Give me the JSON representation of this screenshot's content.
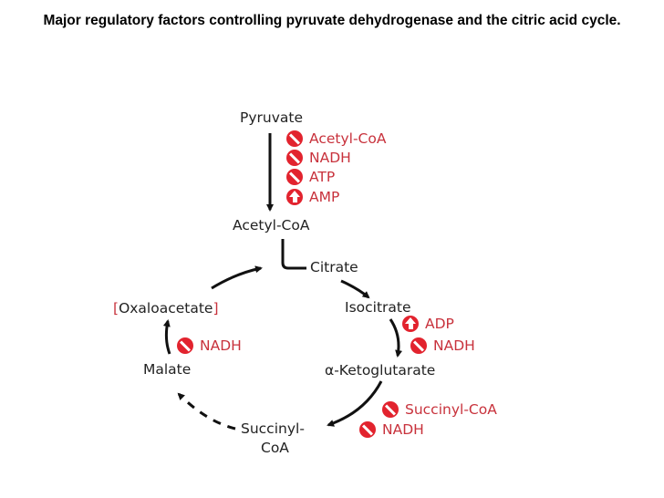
{
  "title": "Major regulatory factors controlling pyruvate dehydrogenase and the citric acid cycle.",
  "metabolites": {
    "pyruvate": "Pyruvate",
    "acetyl_coa": "Acetyl-CoA",
    "citrate": "Citrate",
    "isocitrate": "Isocitrate",
    "alpha_ketoglutarate": "α-Ketoglutarate",
    "succinyl_coa_line1": "Succinyl-",
    "succinyl_coa_line2": "CoA",
    "malate": "Malate",
    "oxaloacetate": "Oxaloacetate",
    "bracket_open": "[",
    "bracket_close": "]"
  },
  "pdh_regulators": [
    {
      "label": "Acetyl-CoA",
      "effect": "inhibit"
    },
    {
      "label": "NADH",
      "effect": "inhibit"
    },
    {
      "label": "ATP",
      "effect": "inhibit"
    },
    {
      "label": "AMP",
      "effect": "activate"
    }
  ],
  "isocitrate_regulators": [
    {
      "label": "ADP",
      "effect": "activate"
    },
    {
      "label": "NADH",
      "effect": "inhibit"
    }
  ],
  "akg_regulators": [
    {
      "label": "Succinyl-CoA",
      "effect": "inhibit"
    },
    {
      "label": "NADH",
      "effect": "inhibit"
    }
  ],
  "malate_regulators": [
    {
      "label": "NADH",
      "effect": "inhibit"
    }
  ],
  "colors": {
    "regulator_text": "#c8323c",
    "icon_fill": "#e2232e",
    "arrow": "#111111"
  }
}
